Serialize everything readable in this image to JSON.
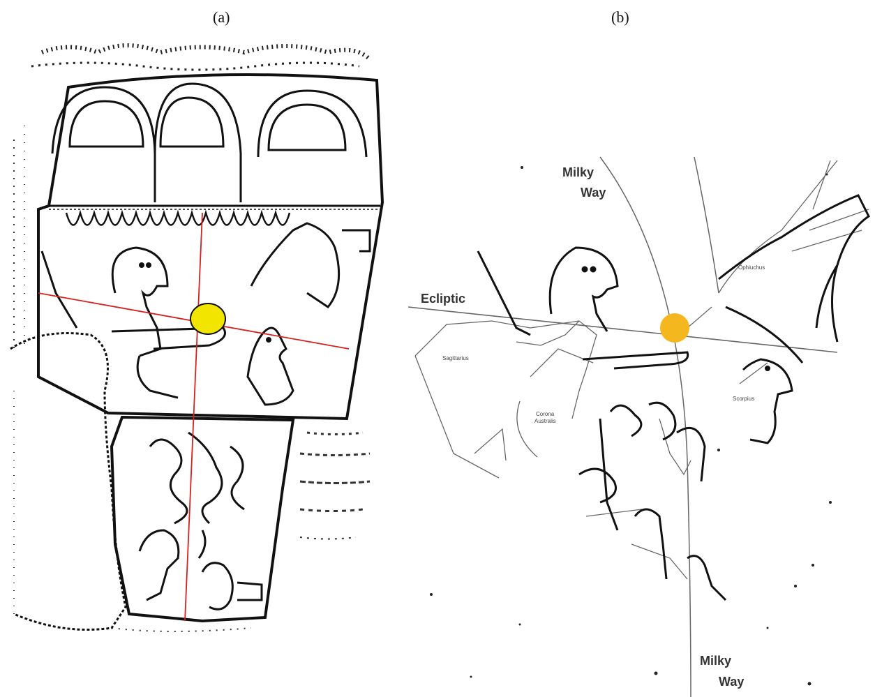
{
  "panels": {
    "a": {
      "label": "(a)"
    },
    "b": {
      "label": "(b)"
    }
  },
  "sky": {
    "milky_way_top_line1": "Milky",
    "milky_way_top_line2": "Way",
    "milky_way_bottom_line1": "Milky",
    "milky_way_bottom_line2": "Way",
    "ecliptic": "Ecliptic",
    "sagittarius": "Sagittarius",
    "corona_australis_line1": "Corona",
    "corona_australis_line2": "Australis",
    "ophiuchus": "Ophiuchus",
    "scorpius": "Scorpius"
  },
  "colors": {
    "sun_panel_a": "#f2e600",
    "sun_panel_b": "#f5b71e",
    "guide_lines": "#d62020",
    "constellation_lines": "#666666"
  }
}
